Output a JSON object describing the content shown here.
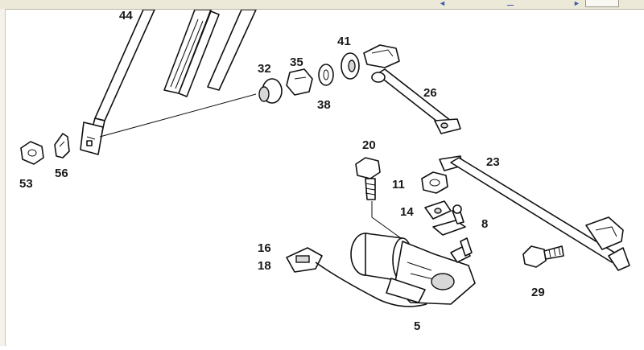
{
  "window": {
    "nav_back_glyph": "◄",
    "nav_forward_glyph": "►"
  },
  "diagram": {
    "callouts": [
      "44",
      "32",
      "35",
      "41",
      "38",
      "26",
      "53",
      "56",
      "20",
      "23",
      "11",
      "14",
      "8",
      "16",
      "18",
      "29",
      "5"
    ]
  }
}
